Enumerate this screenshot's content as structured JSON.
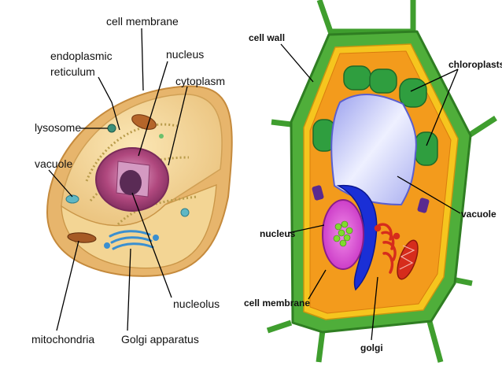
{
  "animal_cell": {
    "labels": {
      "cell_membrane": "cell membrane",
      "er_line1": "endoplasmic",
      "er_line2": "reticulum",
      "nucleus": "nucleus",
      "cytoplasm": "cytoplasm",
      "lysosome": "lysosome",
      "vacuole": "vacuole",
      "nucleolus": "nucleolus",
      "mitochondria": "mitochondria",
      "golgi": "Golgi apparatus"
    },
    "colors": {
      "cytoplasm": "#f2d48a",
      "rim": "#d9a35a",
      "nucleus": "#b0487e",
      "nucleolus": "#5a2b55",
      "mitochondria": "#b5652a",
      "golgi": "#3a8fd0",
      "vacuole": "#5fb7c4",
      "lysosome": "#3c8f7a"
    }
  },
  "plant_cell": {
    "labels": {
      "cell_wall": "cell wall",
      "chloroplasts": "chloroplasts",
      "vacuole": "vacuole",
      "nucleus": "nucleus",
      "cell_membrane": "cell membrane",
      "golgi": "golgi"
    },
    "colors": {
      "cell_wall": "#3f9e2e",
      "cytoplasm": "#f39b1c",
      "membrane": "#f6c51e",
      "chloroplast": "#2f9e3f",
      "vacuole": "#c3c6f5",
      "nucleus": "#d33ccf",
      "nucleolus": "#7fdc2e",
      "er": "#1a2fd6",
      "golgi": "#d62c1c",
      "vesicle": "#5a2a8f"
    }
  }
}
